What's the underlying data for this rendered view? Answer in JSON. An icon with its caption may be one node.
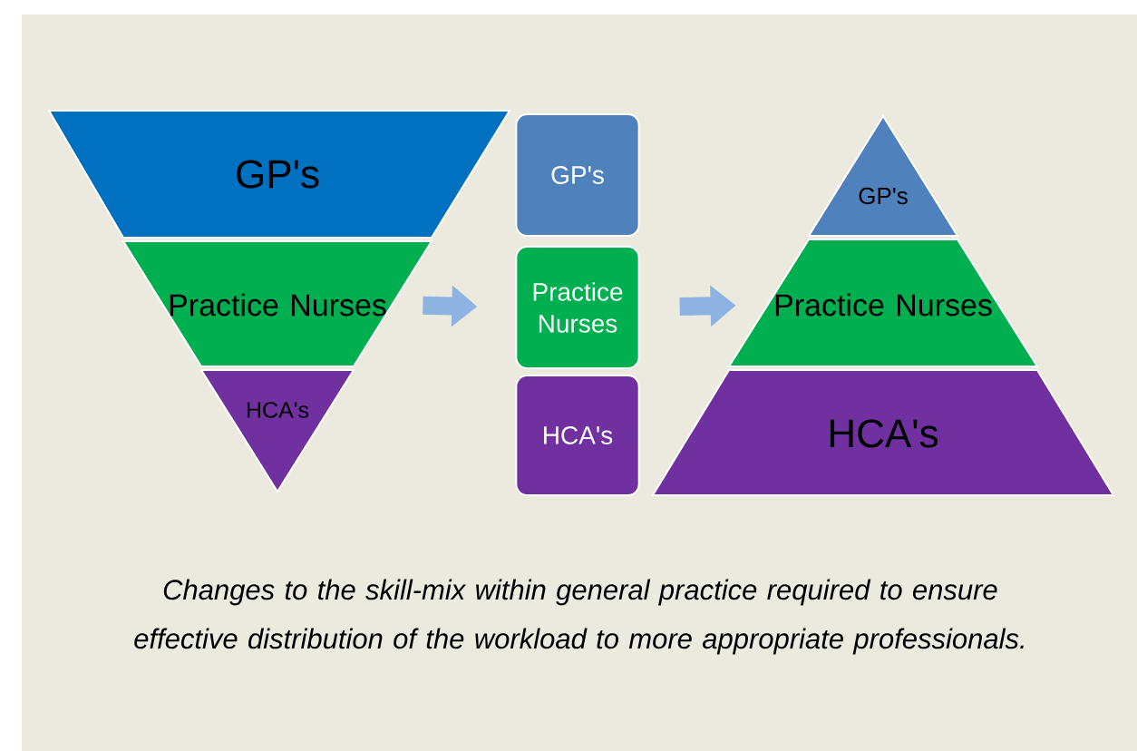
{
  "diagram": {
    "caption": "Changes to the skill-mix within general practice required to ensure effective distribution of the workload to more appropriate professionals.",
    "nodes": [
      {
        "text": [
          "GP's"
        ]
      },
      {
        "text": [
          "Practice Nurses"
        ]
      },
      {
        "text": [
          "HCA's"
        ]
      },
      {
        "text": [
          "GP's"
        ]
      },
      {
        "text": [
          "Practice Nurses"
        ]
      },
      {
        "text": [
          "HCA's"
        ]
      },
      {
        "text": [
          "GP's"
        ]
      },
      {
        "text": [
          "Practice Nurses"
        ]
      },
      {
        "text": [
          "HCA's"
        ]
      }
    ],
    "edges": [
      {
        "from": 1,
        "to": 4,
        "arrow": "to"
      },
      {
        "from": 4,
        "to": 7,
        "arrow": "to"
      }
    ]
  }
}
